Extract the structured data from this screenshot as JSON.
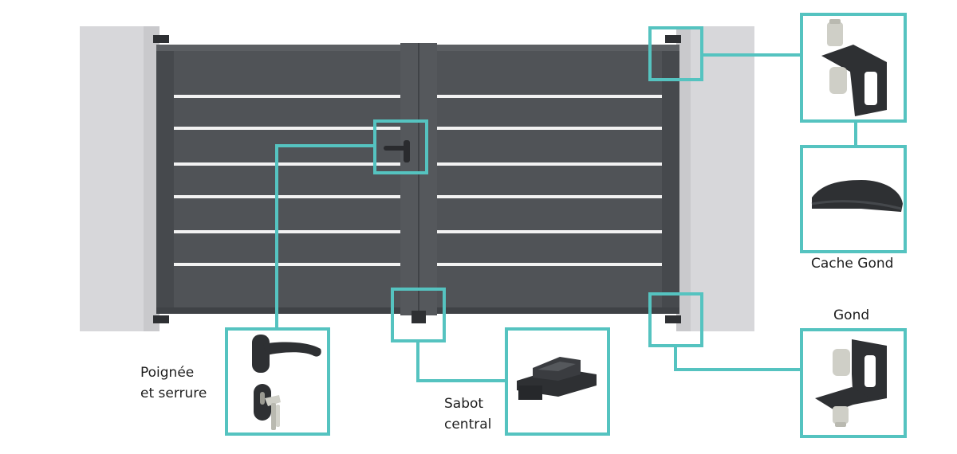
{
  "colors": {
    "callout": "#55c3c0",
    "gate": "#505357",
    "gate_dark": "#3a3c40",
    "pillar": "#d7d7da",
    "slat": "#f2f2f2",
    "hardware": "#2e3033",
    "metal": "#cfcfc7"
  },
  "labels": {
    "poignee_line1": "Poignée",
    "poignee_line2": "et serrure",
    "sabot_line1": "Sabot",
    "sabot_line2": "central",
    "cache_gond": "Cache Gond",
    "gond": "Gond"
  },
  "icons": {
    "handle": "door-handle-icon",
    "lock": "key-lock-icon",
    "floor_stop": "floor-stop-icon",
    "hinge_top": "hinge-bracket-icon",
    "hinge_cover": "hinge-cover-icon",
    "hinge_bottom": "hinge-bracket-icon"
  }
}
